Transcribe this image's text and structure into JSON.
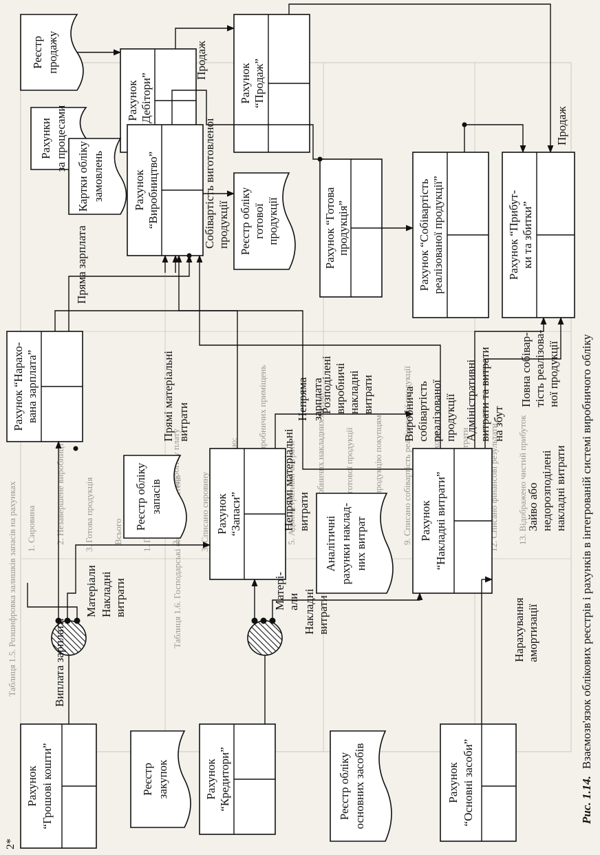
{
  "page": {
    "number": "2*"
  },
  "caption": {
    "number": "Рис. 1.14.",
    "text": "Взаємозв'язок облікових реєстрів і рахунків в інтегрованій системі виробничого обліку"
  },
  "nodes": {
    "cash": [
      "Рахунок",
      "“Грошові кошти”"
    ],
    "purchase_register": [
      "Реєстр",
      "закупок"
    ],
    "payables": [
      "Рахунок",
      "“Кредитори”"
    ],
    "fixed_assets_register": [
      "Реєстр обліку",
      "основних засобів"
    ],
    "fixed_assets": [
      "Рахунок",
      "“Основні засоби”"
    ],
    "accrued_wages": [
      "Рахунок “Нарахо-",
      "вана зарплата”"
    ],
    "inventory_register": [
      "Реєстр обліку",
      "запасів"
    ],
    "inventory": [
      "Рахунок",
      "“Запаси”"
    ],
    "overhead_analytic": [
      "Аналітичні",
      "рахунки наклад-",
      "них витрат"
    ],
    "overhead": [
      "Рахунок",
      "“Накладні витрати”"
    ],
    "sales_register": [
      "Реєстр",
      "продажу"
    ],
    "receivables": [
      "Рахунок",
      "“Дебітори”"
    ],
    "sales": [
      "Рахунок",
      "“Продаж”"
    ],
    "process_accounts": [
      "Рахунки",
      "за процесами"
    ],
    "order_cards": [
      "Картки обліку",
      "замовлень"
    ],
    "production": [
      "Рахунок",
      "“Виробництво”"
    ],
    "finished_register": [
      "Реєстр обліку",
      "готової",
      "продукції"
    ],
    "finished_goods": [
      "Рахунок “Готова",
      "продукція”"
    ],
    "cogs": [
      "Рахунок “Собівартість",
      "реалізованої продукції”"
    ],
    "profit_loss": [
      "Рахунок “Прибут-",
      "ки та збитки”"
    ]
  },
  "flow_labels": {
    "wages_payment": "Виплата зарплати",
    "direct_wages": "Пряма зарплата",
    "materials": "Матеріали",
    "materials2": [
      "Матері-",
      "али"
    ],
    "overhead_costs": [
      "Накладні",
      "витрати"
    ],
    "overhead_costs2": [
      "Накладні",
      "витрати"
    ],
    "depreciation": [
      "Нарахування",
      "амортизації"
    ],
    "direct_materials": [
      "Прямі матеріальні",
      "витрати"
    ],
    "indirect_materials": [
      "Непрямі матеріальні",
      "витрати"
    ],
    "indirect_wages": [
      "Непряма",
      "зарплата"
    ],
    "allocated_overhead": [
      "Розподілені",
      "виробничі",
      "накладні",
      "витрати"
    ],
    "production_cost": [
      "Виробнича",
      "собівартість",
      "реалізованої",
      "продукції"
    ],
    "admin_selling": [
      "Адміністративні",
      "витрати та витрати",
      "на збут"
    ],
    "full_cost": [
      "Повна собівар-",
      "тість реалізова-",
      "ної продукції"
    ],
    "over_under": [
      "Зайво або",
      "недорозподілені",
      "накладні витрати"
    ],
    "cost_of_manufactured": [
      "Собівартість виготовленої",
      "продукції"
    ],
    "sale_top": "Продаж",
    "sale_right": "Продаж"
  },
  "background_table": {
    "title": "Таблиця 1.5. Розшифровка залишків запасів на рахунках",
    "title2": "Таблиця 1.6. Господарські операції за квітень",
    "lines": [
      "1. Сировина",
      "2. Незавершене виробництво",
      "3. Готова продукція",
      "Всього",
      "1. Придбано сировини",
      "2. Нараховано заробітну плату",
      "3. Списано сировину",
      "4. Нараховано амортизацію:",
      "а) обладнання та будівлі, виробничих приміщень",
      "5. Адміністративні витрати",
      "6. Списано виробничих накладних витрат",
      "7. Випущено готової продукції",
      "8. Реалізовано продукцію покупцям",
      "9. Списано собівартість реалізованої продукції",
      "10. Одержано фінансові доходи",
      "11. Списано фінансові витрати",
      "12. Списано фінансові результати",
      "13. Відображено чистий прибуток"
    ]
  }
}
